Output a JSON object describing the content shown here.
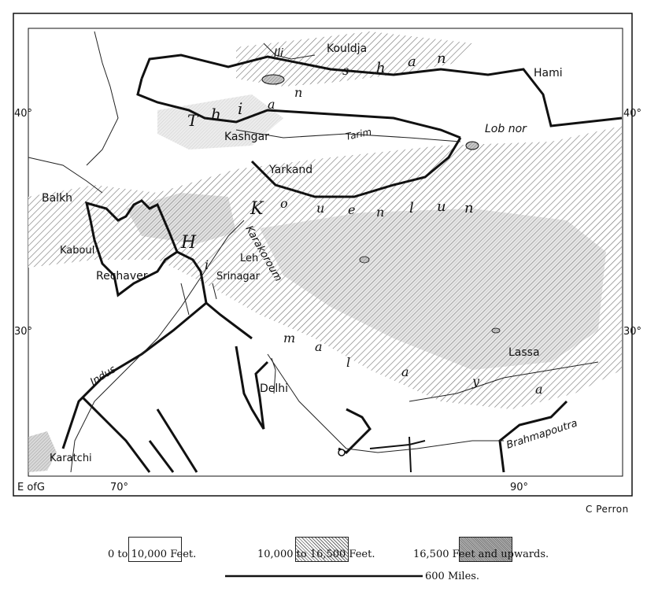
{
  "labels": {
    "ili": "Ili",
    "kouldja": "Kouldja",
    "hami": "Hami",
    "thian_shan": [
      "T",
      "h",
      "i",
      "a",
      "n",
      "s",
      "h",
      "a",
      "n"
    ],
    "kashgar": "Kashgar",
    "tarim": "Tarim",
    "lob_nor": "Lob nor",
    "yarkand": "Yarkand",
    "balkh": "Balkh",
    "kouenlun": [
      "K",
      "o",
      "u",
      "e",
      "n",
      "l",
      "u",
      "n"
    ],
    "karakoroum": "Karakoroum",
    "kaboul": "Kaboul",
    "leh": "Leh",
    "rechaver": "Rechaver",
    "srinagar": "Srinagar",
    "himalaya": [
      "H",
      "i",
      "m",
      "a",
      "l",
      "a",
      "y",
      "a"
    ],
    "lassa": "Lassa",
    "indus": "Indus",
    "delhi": "Delhi",
    "brahmapoutra": "Brahmapoutra",
    "karatchi": "Karatchi"
  },
  "graticule": {
    "lat40_left": "40°",
    "lat40_right": "40°",
    "lat30_left": "30°",
    "lat30_right": "30°",
    "lon70": "70°",
    "lon90": "90°",
    "frame_caption": "E ofG"
  },
  "credit": "C Perron",
  "legend": [
    {
      "label": "0 to 10,000 Feet.",
      "fill": "plain"
    },
    {
      "label": "10,000 to 16,500 Feet.",
      "fill": "hatched"
    },
    {
      "label": "16,500 Feet and upwards.",
      "fill": "dense"
    }
  ],
  "scale_bar": "600 Miles.",
  "colors": {
    "ink": "#111111",
    "hatch": "#777777",
    "dense": "#9a9a9a",
    "paper": "#ffffff"
  }
}
